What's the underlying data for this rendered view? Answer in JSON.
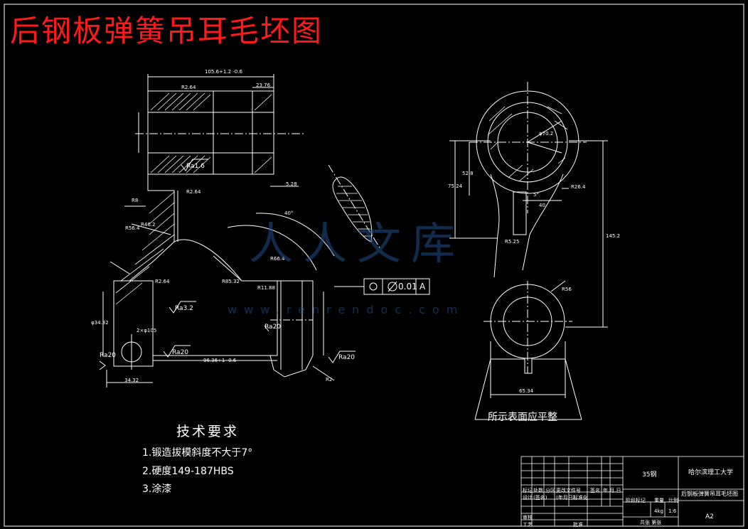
{
  "title": "后钢板弹簧吊耳毛坯图",
  "tech_requirements": {
    "heading": "技术要求",
    "items": [
      "1.锻造拔模斜度不大于7°",
      "2.硬度149-187HBS",
      "3.涂漆"
    ]
  },
  "side_note": "所示表面应平整",
  "tolerance_frame": {
    "value": "0.01",
    "datum": "A"
  },
  "dimensions": {
    "d1": "105.6+1.2 -0.6",
    "d2": "23.76",
    "d3": "R2.64",
    "d4": "Ra1.6",
    "d5": "R2.64",
    "d6": "R8",
    "d7": "R46.2",
    "d8": "R56.4",
    "d9": "R2.64",
    "d10": "Ra3.2",
    "d11": "2×φ105",
    "d12": "Ra20",
    "d13": "Ra20",
    "d14": "34.32",
    "d15": "96.36+1 -0.6",
    "d16": "5.28",
    "d17": "40°",
    "d18": "R66.4",
    "d19": "R85.32",
    "d20": "R11.88",
    "d21": "Ra20",
    "d22": "R2",
    "d23": "Ra20",
    "d24": "φ34.32",
    "d25": "φ70.2",
    "d26": "R26.4",
    "d27": "52.8",
    "d28": "75.24",
    "d29": "40",
    "d30": "145.2",
    "d31": "65.34",
    "d32": "5°",
    "d33": "R5.25",
    "d34": "R56"
  },
  "title_block": {
    "material": "35钢",
    "school": "哈尔滨理工大学",
    "drawing_name": "后钢板弹簧吊耳毛坯图",
    "code": "A2",
    "row_labels": [
      "标记",
      "处数",
      "分区",
      "更改文件号",
      "签名",
      "年.月.日"
    ],
    "row2": [
      "设计",
      "(签名)",
      "(年月日)",
      "标准化"
    ],
    "stage_label": "阶段标记",
    "weight_label": "重量",
    "scale_label": "比例",
    "weight": "4kg",
    "scale": "1:6",
    "review": "审核",
    "process": "工艺",
    "approve": "批准",
    "sheet": "共张 第张"
  },
  "watermark": {
    "text": "人人文库",
    "url": "www.renrendoc.com"
  },
  "colors": {
    "background": "#000000",
    "lines": "#ffffff",
    "title": "#ff1a1a",
    "watermark": "#1f4f8a"
  }
}
